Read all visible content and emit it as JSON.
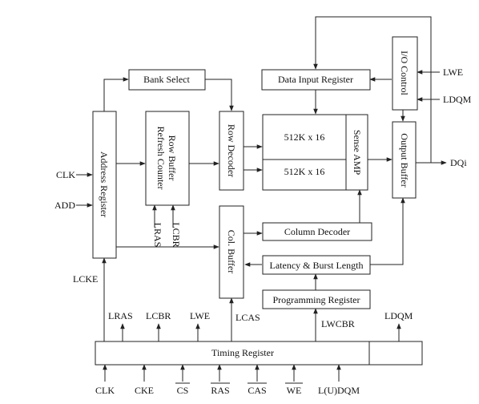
{
  "blocks": {
    "bank_select": "Bank Select",
    "data_input_register": "Data Input Register",
    "io_control": "I/O Control",
    "address_register": "Address Register",
    "row_buffer": "Row Buffer",
    "refresh_counter": "Refresh Counter",
    "row_decoder": "Row Decoder",
    "bank_a": "512K x 16",
    "bank_b": "512K x 16",
    "sense_amp": "Sense AMP",
    "output_buffer": "Output Buffer",
    "col_buffer": "Col. Buffer",
    "column_decoder": "Column Decoder",
    "latency_burst_length": "Latency & Burst Length",
    "programming_register": "Programming Register",
    "timing_register": "Timing Register"
  },
  "signals": {
    "clk_in": "CLK",
    "add_in": "ADD",
    "lwe_in": "LWE",
    "ldqm_in": "LDQM",
    "dqi": "DQi",
    "lras_vertical": "LRAS",
    "lcbr_vertical": "LCBR",
    "lcke": "LCKE",
    "lcas": "LCAS",
    "lwcbr": "LWCBR",
    "lras_out": "LRAS",
    "lcbr_out": "LCBR",
    "lwe_out": "LWE",
    "ldqm_out": "LDQM"
  },
  "bottom_inputs": [
    "CLK",
    "CKE",
    "CS",
    "RAS",
    "CAS",
    "WE",
    "L(U)DQM"
  ],
  "overlined_inputs": [
    "CS",
    "RAS",
    "CAS",
    "WE"
  ]
}
